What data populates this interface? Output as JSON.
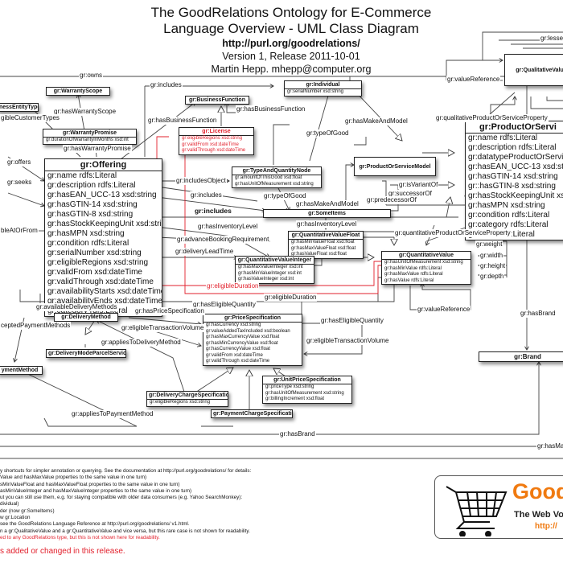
{
  "header": {
    "title_line1": "The GoodRelations Ontology for E-Commerce",
    "title_line2": "Language Overview - UML Class Diagram",
    "url": "http://purl.org/goodrelations/",
    "version": "Version 1, Release 2011-10-01",
    "author": "Martin Hepp. mhepp@computer.org"
  },
  "classes": {
    "offering": {
      "name": "gr:Offering",
      "attrs": [
        "gr:name rdfs:Literal",
        "gr:description rdfs:Literal",
        "gr:hasEAN_UCC-13 xsd:string",
        "gr:hasGTIN-14 xsd:string",
        "gr:hasGTIN-8 xsd:string",
        "gr:hasStockKeepingUnit xsd:string",
        "gr:hasMPN xsd:string",
        "gr:condition rdfs:Literal",
        "gr:serialNumber xsd:string",
        "gr:eligibleRegions xsd:string",
        "gr:validFrom xsd:dateTime",
        "gr:validThrough xsd:dateTime",
        "gr:availabilityStarts xsd:dateTime",
        "gr:availabilityEnds xsd:dateTime",
        "gr:category rdfs:Literal"
      ]
    },
    "product_or_service": {
      "name": "gr:ProductOrServi",
      "attrs": [
        "gr:name rdfs:Literal",
        "gr:description rdfs:Literal",
        "gr:datatypeProductOrServiceP",
        "gr:hasEAN_UCC-13 xsd:string",
        "gr:hasGTIN-14 xsd:string",
        "gr::hasGTIN-8 xsd:string",
        "gr:hasStockKeepingUnit xsd:s",
        "gr:hasMPN xsd:string",
        "gr:condition rdfs:Literal",
        "gr:category rdfs:Literal",
        "gr:color rdfs:Literal"
      ]
    },
    "business_entity_type": {
      "name": "nessEntityType",
      "attrs": []
    },
    "warranty_scope": {
      "name": "gr:WarrantyScope",
      "attrs": []
    },
    "warranty_promise": {
      "name": "gr:WarrantyPromise",
      "attrs": [
        "gr:durationOfWarrantyInMonths xsd:int"
      ]
    },
    "business_function": {
      "name": "gr:BusinessFunction",
      "attrs": []
    },
    "license": {
      "name": "gr:License",
      "attrs": [
        "gr:eligibleRegions xsd:string",
        "gr:validFrom xsd:dateTime",
        "gr:validThrough xsd:dateTime"
      ]
    },
    "individual": {
      "name": "gr:Individual",
      "attrs": [
        "gr:serialNumber xsd:string"
      ]
    },
    "type_and_quantity_node": {
      "name": "gr:TypeAndQuantityNode",
      "attrs": [
        "gr:amountOfThisGood xsd:float",
        "gr:hasUnitOfMeasurement xsd:string"
      ]
    },
    "product_or_service_model": {
      "name": "gr:ProductOrServiceModel",
      "attrs": []
    },
    "some_items": {
      "name": "gr:SomeItems",
      "attrs": []
    },
    "qv_float": {
      "name": "gr:QuantitativeValueFloat",
      "attrs": [
        "gr:hasMinValueFloat xsd:float",
        "gr:hasMaxValueFloat xsd:float",
        "gr:hasValueFloat xsd:float"
      ]
    },
    "qv_integer": {
      "name": "gr:QuantitativeValueInteger",
      "attrs": [
        "gr:hasMaxValueInteger xsd:int",
        "gr:hasMinValueInteger xsd:int",
        "gr:hasValueInteger xsd:int"
      ]
    },
    "quantitative_value": {
      "name": "gr:QuantitativeValue",
      "attrs": [
        "gr:hasUnitOfMeasurement xsd:string",
        "gr:hasMinValue rdfs:Literal",
        "gr:hasMaxValue rdfs:Literal",
        "gr:hasValue rdfs:Literal"
      ]
    },
    "qualitative_value": {
      "name": "gr:QualitativeValue",
      "attrs": []
    },
    "delivery_method": {
      "name": "gr:DeliveryMethod",
      "attrs": []
    },
    "delivery_mode_parcel": {
      "name": "gr:DeliveryModeParcelService",
      "attrs": []
    },
    "payment_method": {
      "name": "ymentMethod",
      "attrs": []
    },
    "price_specification": {
      "name": "gr:PriceSpecification",
      "attrs": [
        "gr:hasCurrency xsd:string",
        "gr:valueAddedTaxIncluded xsd:boolean",
        "gr:hasMaxCurrencyValue xsd:float",
        "gr:hasMinCurrencyValue xsd:float",
        "gr:hasCurrencyValue xsd:float",
        "gr:validFrom xsd:dateTime",
        "gr:validThrough xsd:dateTime"
      ]
    },
    "unit_price_specification": {
      "name": "gr:UnitPriceSpecification",
      "attrs": [
        "gr:priceType xsd:string",
        "gr:hasUnitOfMeasurement xsd:string",
        "gr:billingIncrement xsd:float"
      ]
    },
    "delivery_charge_specification": {
      "name": "gr:DeliveryChargeSpecification",
      "attrs": [
        "gr:eligibleRegions xsd:string"
      ]
    },
    "payment_charge_specification": {
      "name": "gr:PaymentChargeSpecification",
      "attrs": []
    },
    "brand": {
      "name": "gr:Brand",
      "attrs": []
    }
  },
  "labels": {
    "owns": "gr:owns",
    "includes_top": "gr:includes",
    "has_warranty_scope": "gr:hasWarrantyScope",
    "eligible_customer_types": "gibleCustomerTypes",
    "has_warranty_promise": "gr:hasWarrantyPromise",
    "has_business_function_right": "gr:hasBusinessFunction",
    "has_business_function_left": "gr:hasBusinessFunction",
    "offers": "gr:offers",
    "seeks": "gr:seeks",
    "available_at_or_from": "bleAtOrFrom",
    "type_of_good_top": "gr:typeOfGood",
    "has_make_and_model_top": "gr:hasMakeAndModel",
    "includes_object": "gr:includesObject",
    "includes_mid": "gr:includes",
    "includes_bold": "gr:includes",
    "type_of_good_mid": "gr:typeOfGood",
    "has_make_and_model_mid": "gr:hasMakeAndModel",
    "is_variant_of": "gr:isVariantOf",
    "successor_of": "gr:successorOf",
    "predecessor_of": "gr:predecessorOf",
    "has_inventory_level_left": "gr:hasInventoryLevel",
    "has_inventory_level_right": "gr:hasInventoryLevel",
    "advance_booking_requirement": "gr:advanceBookingRequirement",
    "delivery_lead_time": "gr:deliveryLeadTime",
    "eligible_duration_red": "gr:eligibleDuration",
    "eligible_duration": "gr:eligibleDuration",
    "has_eligible_quantity_left": "gr:hasEligibleQuantity",
    "has_eligible_quantity_right": "gr:hasEligibleQuantity",
    "qualitative_property_top": "gr:qualitativeProductOrServiceProperty",
    "quantitative_property": "gr:quantitativeProductOrServiceProperty",
    "value_reference_top": "gr:valueReference",
    "value_reference_bottom": "gr:valueReference",
    "lesser": "gr:lesse",
    "weight": "gr:weight",
    "width": "gr:width",
    "height": "gr:height",
    "depth": "gr:depth",
    "has_brand_right": "gr:hasBrand",
    "has_brand_bottom": "gr:hasBrand",
    "has_manufacturer": "gr:hasMa",
    "available_delivery_methods": "gr:availableDeliveryMethods",
    "accepted_payment_methods": "ceptedPaymentMethods",
    "has_price_specification": "gr:hasPriceSpecification",
    "eligible_transaction_volume_left": "gr:eligibleTransactionVolume",
    "eligible_transaction_volume_right": "gr:eligibleTransactionVolume",
    "applies_to_delivery_method": "gr:appliesToDeliveryMethod",
    "applies_to_payment_method": "gr:appliesToPaymentMethod"
  },
  "notes": [
    {
      "text": "y shortcuts for simpler annotation or querying. See the documentation at http://purl.org/goodrelations/ for details:",
      "red": false
    },
    {
      "text": "Value and hasMaxValue properties to the same value in one turn)",
      "red": false
    },
    {
      "text": "sMinValueFloat and hasMaxValueFloat properties to the same value in one turn)",
      "red": false
    },
    {
      "text": "asMinValueInteger and hasMaxValueInteger properties to the same value in one turn)",
      "red": false
    },
    {
      "text": "ut you can still use them, e.g. for staying compatible with older data consumers (e.g. Yahoo SearchMonkey):",
      "red": false
    },
    {
      "text": "dividual)",
      "red": false
    },
    {
      "text": "der (now gr:SomeItems)",
      "red": false
    },
    {
      "text": "w gr:Location",
      "red": false
    },
    {
      "text": "see the GoodRelations Language Reference at http://purl.org/goodrelations/ v1.html.",
      "red": false
    },
    {
      "text": "n a gr:QualitativeValue and a gr:QuantitativeValue and vice versa, but this rare case is not shown for readability.",
      "red": false
    },
    {
      "text": "ed to any GoodRelations type, but this is not shown here for readability.",
      "red": true
    }
  ],
  "legend_changed": "s added or changed in this release.",
  "logo": {
    "brand": "Good",
    "tagline": "The Web Vo",
    "url": "http://"
  },
  "colors": {
    "changed_red": "#e2202c",
    "logo_orange": "#f07a10"
  }
}
